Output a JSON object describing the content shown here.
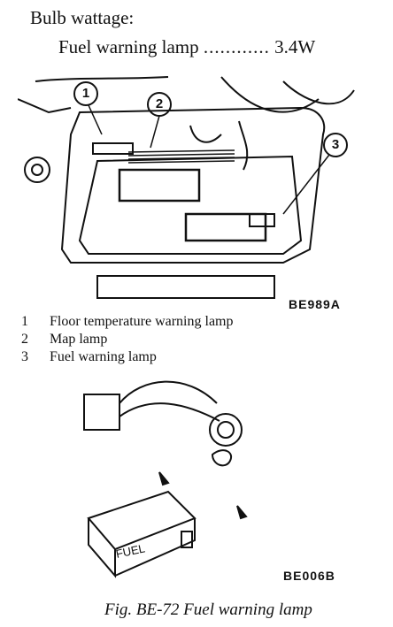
{
  "spec": {
    "title": "Bulb wattage:",
    "item_label": "Fuel warning lamp",
    "leader": "............",
    "item_value": "3.4W"
  },
  "figure_top": {
    "code": "BE989A",
    "callouts": [
      "1",
      "2",
      "3"
    ],
    "legend": [
      {
        "num": "1",
        "text": "Floor temperature warning lamp"
      },
      {
        "num": "2",
        "text": "Map lamp"
      },
      {
        "num": "3",
        "text": "Fuel warning lamp"
      }
    ]
  },
  "figure_bottom": {
    "code": "BE006B",
    "label_on_part": "FUEL"
  },
  "caption": "Fig. BE-72  Fuel warning lamp"
}
